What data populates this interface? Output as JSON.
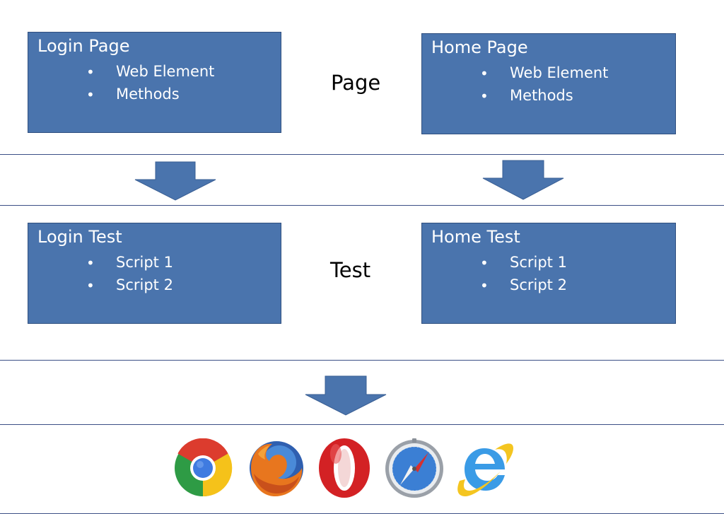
{
  "layers": {
    "page": {
      "label": "Page",
      "left_box": {
        "title": "Login Page",
        "items": [
          "Web Element",
          "Methods"
        ]
      },
      "right_box": {
        "title": "Home Page",
        "items": [
          "Web Element",
          "Methods"
        ]
      }
    },
    "test": {
      "label": "Test",
      "left_box": {
        "title": "Login Test",
        "items": [
          "Script 1",
          "Script 2"
        ]
      },
      "right_box": {
        "title": "Home Test",
        "items": [
          "Script 1",
          "Script 2"
        ]
      }
    }
  },
  "browsers": [
    {
      "icon": "chrome-icon"
    },
    {
      "icon": "firefox-icon"
    },
    {
      "icon": "opera-icon"
    },
    {
      "icon": "safari-icon"
    },
    {
      "icon": "internet-explorer-icon"
    }
  ],
  "colors": {
    "box_fill": "#4a74ad",
    "arrow_fill": "#4a74ad",
    "layer_border": "#3b4f86"
  }
}
